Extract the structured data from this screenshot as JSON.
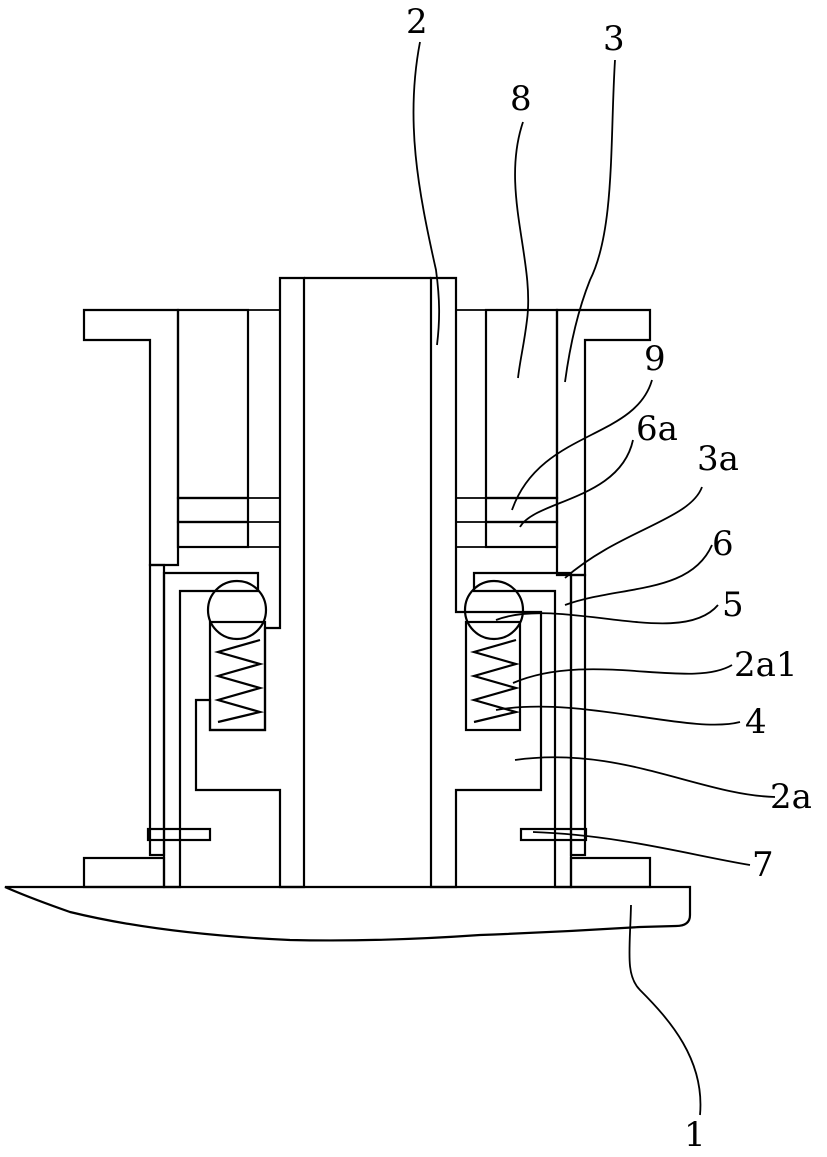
{
  "labels": {
    "part_1": "1",
    "part_2": "2",
    "part_2a": "2a",
    "part_2a1": "2a1",
    "part_3": "3",
    "part_3a": "3a",
    "part_4": "4",
    "part_5": "5",
    "part_6": "6",
    "part_6a": "6a",
    "part_7": "7",
    "part_8": "8",
    "part_9": "9"
  }
}
